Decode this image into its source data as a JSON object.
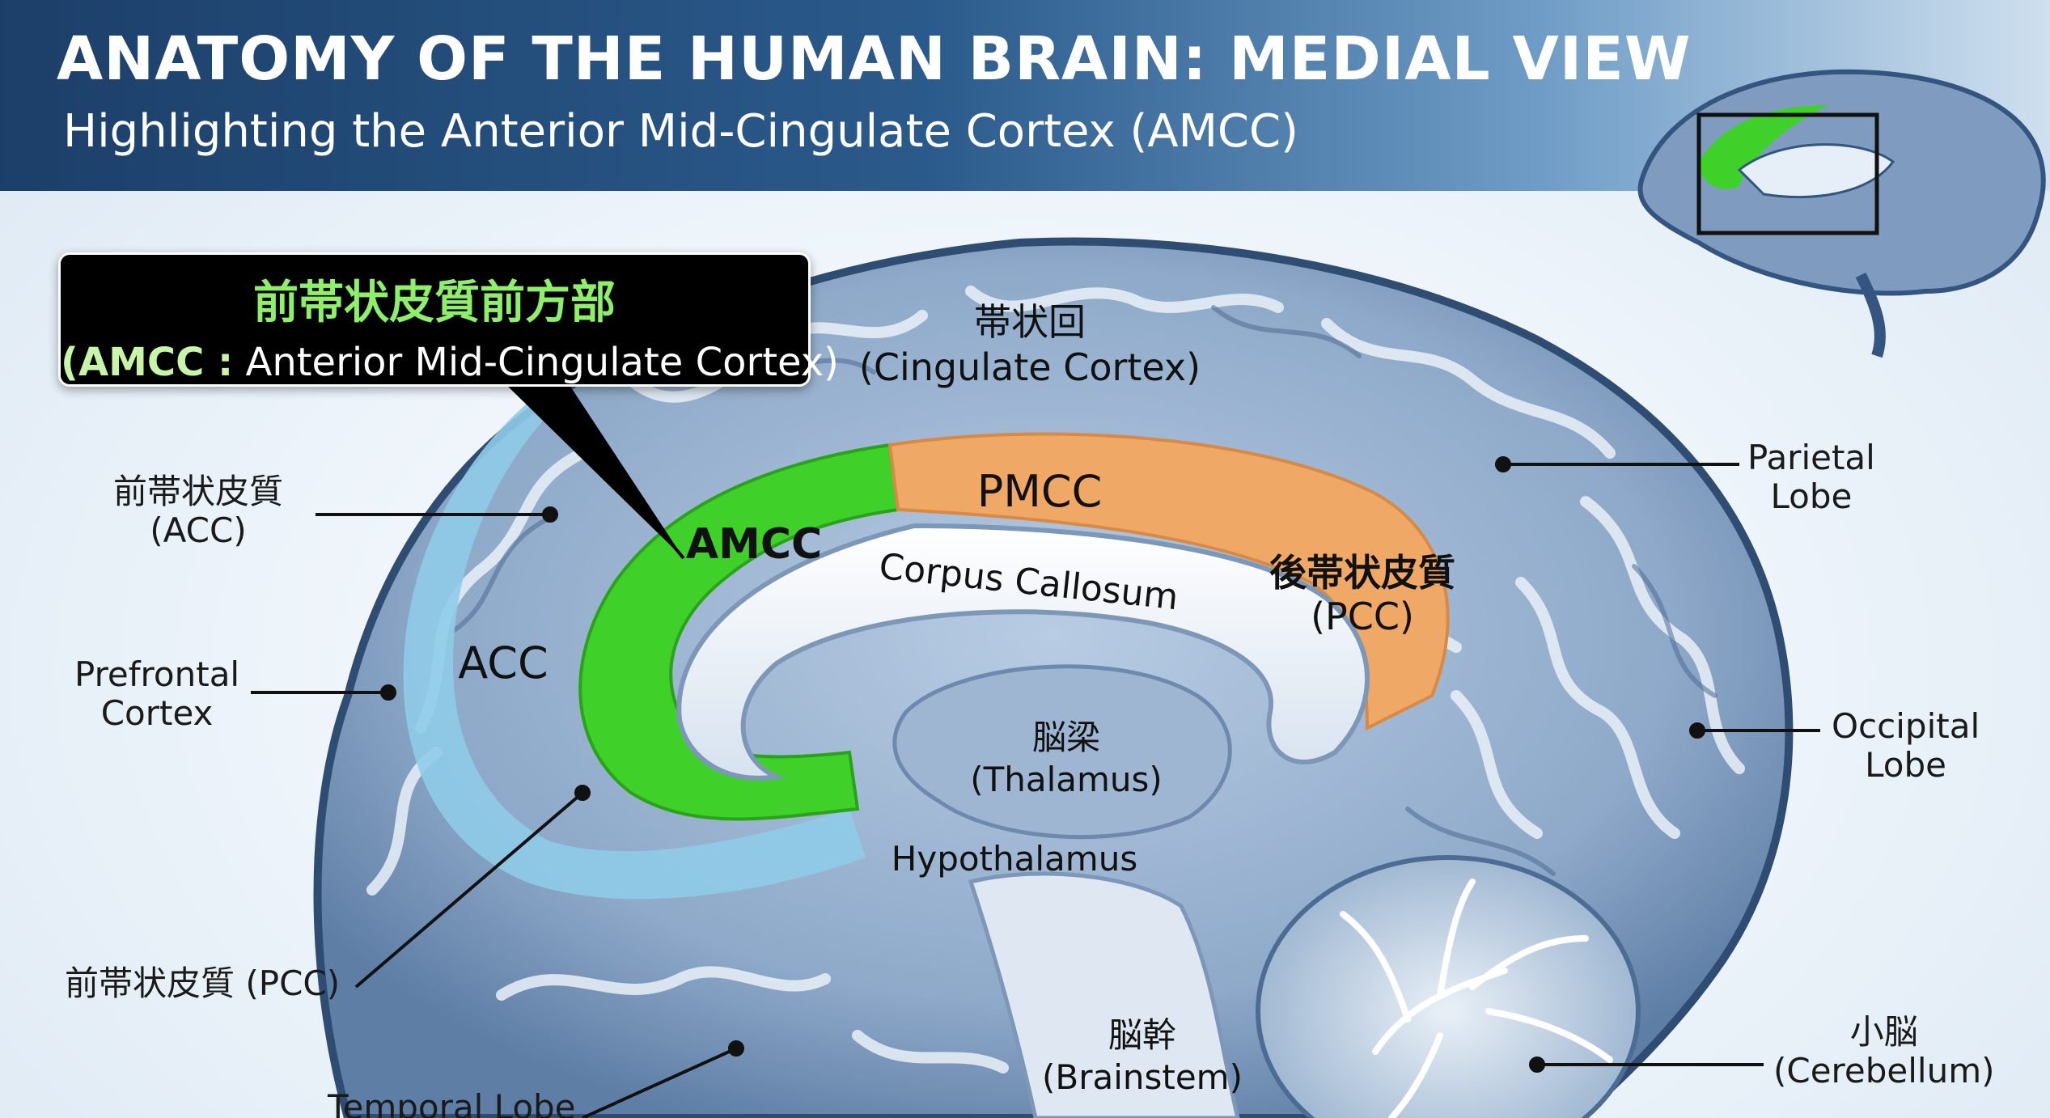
{
  "header": {
    "title": "ANATOMY OF THE HUMAN BRAIN: MEDIAL VIEW",
    "subtitle": "Highlighting the Anterior Mid-Cingulate Cortex (AMCC)"
  },
  "callout": {
    "jp": "前帯状皮質前方部",
    "abbr": "(AMCC :",
    "en": " Anterior Mid-Cingulate Cortex)"
  },
  "labels": {
    "cingulate_jp": "帯状回",
    "cingulate_en": "(Cingulate Cortex)",
    "acc_jp": "前帯状皮質",
    "acc_en": "(ACC)",
    "prefrontal": "Prefrontal",
    "prefrontal2": "Cortex",
    "pcc_left": "前帯状皮質 (PCC)",
    "temporal": "Temporal Lobe",
    "parietal": "Parietal",
    "parietal2": "Lobe",
    "occipital": "Occipital",
    "occipital2": "Lobe",
    "pcc_jp": "後帯状皮質",
    "pcc_en": "(PCC)",
    "pmcc": "PMCC",
    "amcc": "AMCC",
    "acc": "ACC",
    "corpus": "Corpus Callosum",
    "thalamus_jp": "脳梁",
    "thalamus_en": "(Thalamus)",
    "hypothalamus": "Hypothalamus",
    "brainstem_jp": "脳幹",
    "brainstem_en": "(Brainstem)",
    "cerebellum_jp": "小脳",
    "cerebellum_en": "(Cerebellum)"
  },
  "colors": {
    "amcc": "#3fd12a",
    "acc": "#8fcbe8",
    "pmcc": "#f0a866",
    "brain": "#8ea9c9",
    "header": "#1c3f69"
  }
}
